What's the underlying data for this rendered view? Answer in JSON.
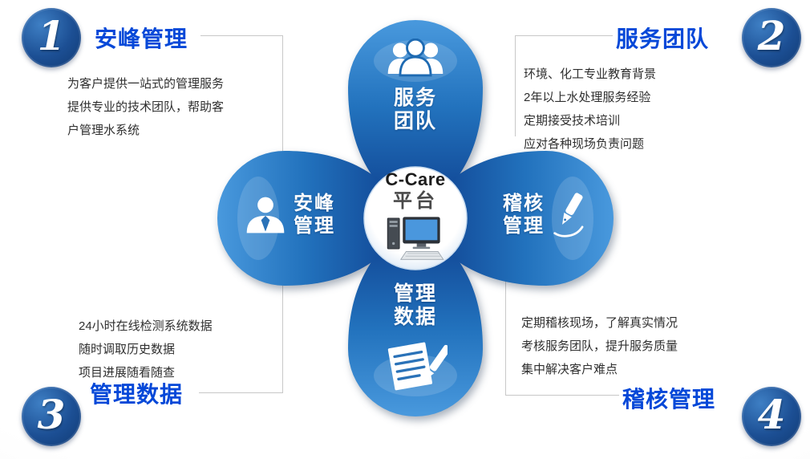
{
  "accent": {
    "petal_dark": "#0d3d8c",
    "petal_mid": "#2272bd",
    "petal_light": "#4a9ade",
    "label_blue": "#0548d8",
    "badge_blue": "#1c4f94",
    "body_text": "#2f2f2f",
    "connector_gray": "#c8c8c8"
  },
  "corners": {
    "one": {
      "number": "1",
      "label": "安峰管理"
    },
    "two": {
      "number": "2",
      "label": "服务团队"
    },
    "three": {
      "number": "3",
      "label": "管理数据"
    },
    "four": {
      "number": "4",
      "label": "稽核管理"
    }
  },
  "center": {
    "title": "C-Care",
    "subtitle": "平台",
    "icon": "desktop-computer"
  },
  "petals": {
    "top": {
      "line1": "服务",
      "line2": "团队",
      "icon": "team-icon"
    },
    "left": {
      "line1": "安峰",
      "line2": "管理",
      "icon": "person-icon"
    },
    "right": {
      "line1": "稽核",
      "line2": "管理",
      "icon": "pen-icon"
    },
    "bottom": {
      "line1": "管理",
      "line2": "数据",
      "icon": "document-pen-icon"
    }
  },
  "descriptions": {
    "top_left": {
      "lines": [
        "为客户提供一站式的管理服务",
        "提供专业的技术团队，帮助客",
        "户管理水系统"
      ]
    },
    "top_right": {
      "lines": [
        "环境、化工专业教育背景",
        "2年以上水处理服务经验",
        "定期接受技术培训",
        "应对各种现场负责问题"
      ]
    },
    "bottom_left": {
      "lines": [
        "24小时在线检测系统数据",
        "随时调取历史数据",
        "项目进展随看随查"
      ]
    },
    "bottom_right": {
      "lines": [
        "定期稽核现场，了解真实情况",
        "考核服务团队，提升服务质量",
        "集中解决客户难点"
      ]
    }
  }
}
